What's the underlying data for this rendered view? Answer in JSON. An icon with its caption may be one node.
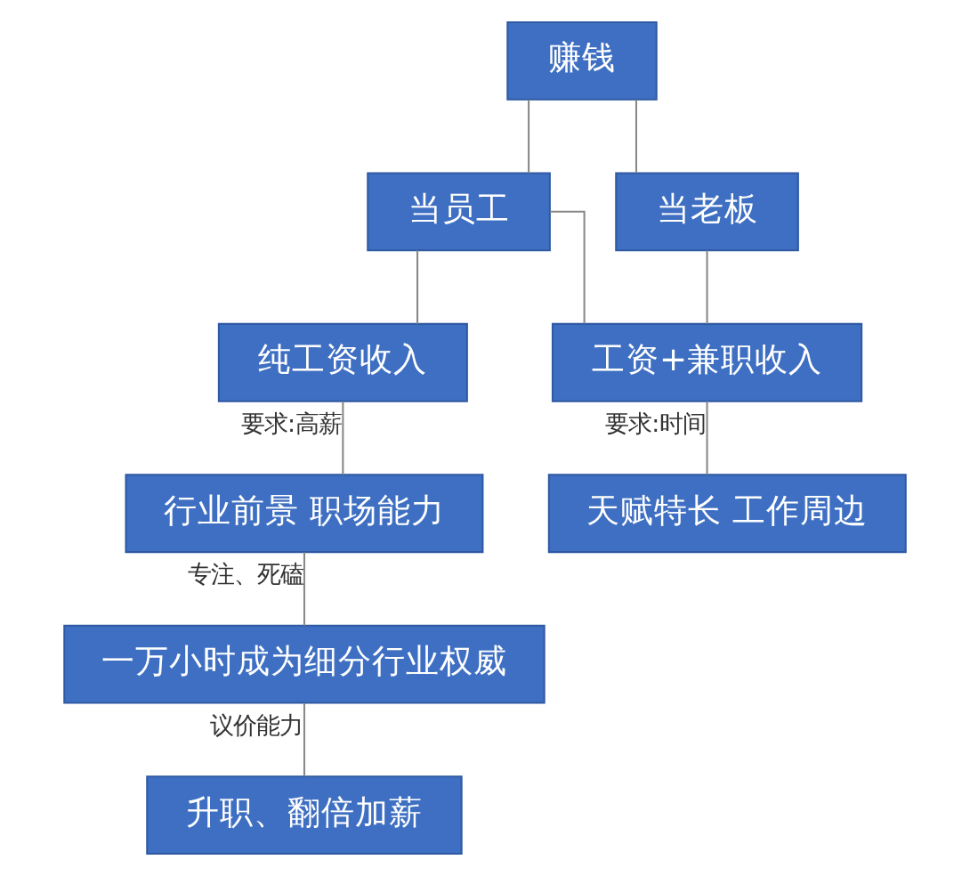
{
  "diagram": {
    "nodes": [
      {
        "text": [
          "赚钱"
        ]
      },
      {
        "text": [
          "当员工"
        ]
      },
      {
        "text": [
          "当老板"
        ]
      },
      {
        "text": [
          "纯工资收入"
        ]
      },
      {
        "text": [
          "工资+兼职收入"
        ]
      },
      {
        "text": [
          "行业前景 职场能力"
        ]
      },
      {
        "text": [
          "天赋特长 工作周边"
        ]
      },
      {
        "text": [
          "一万小时成为细分行业权威"
        ]
      },
      {
        "text": [
          "升职、翻倍加薪"
        ]
      }
    ],
    "edges": [
      {
        "from": 0,
        "to": 1,
        "arrow": "none"
      },
      {
        "from": 0,
        "to": 2,
        "arrow": "none"
      },
      {
        "from": 1,
        "to": 3,
        "arrow": "none"
      },
      {
        "from": 1,
        "to": 4,
        "arrow": "none"
      },
      {
        "from": 2,
        "to": 4,
        "arrow": "none"
      },
      {
        "from": 3,
        "to": 5,
        "arrow": "none",
        "label": "要求:高薪"
      },
      {
        "from": 4,
        "to": 6,
        "arrow": "none",
        "label": "要求:时间"
      },
      {
        "from": 5,
        "to": 7,
        "arrow": "none",
        "label": "专注、死磕"
      },
      {
        "from": 7,
        "to": 8,
        "arrow": "none",
        "label": "议价能力"
      }
    ]
  }
}
